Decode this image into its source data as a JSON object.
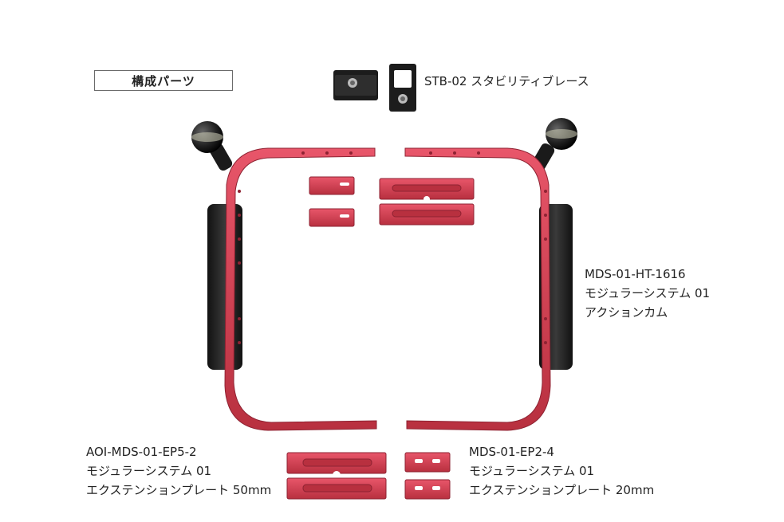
{
  "header": {
    "title": "構成パーツ"
  },
  "parts": {
    "stabilizer": {
      "label": "STB-02 スタビリティブレース"
    },
    "housing": {
      "line1": "MDS-01-HT-1616",
      "line2": "モジュラーシステム 01",
      "line3": "アクションカム"
    },
    "ext50": {
      "line1": "AOI-MDS-01-EP5-2",
      "line2": "モジュラーシステム 01",
      "line3": "エクステンションプレート 50mm"
    },
    "ext20": {
      "line1": "MDS-01-EP2-4",
      "line2": "モジュラーシステム 01",
      "line3": "エクステンションプレート 20mm"
    }
  },
  "colors": {
    "red": "#d94055",
    "dark_red": "#a82a3c",
    "black": "#1e1e1e",
    "border": "#6b6b6b"
  }
}
